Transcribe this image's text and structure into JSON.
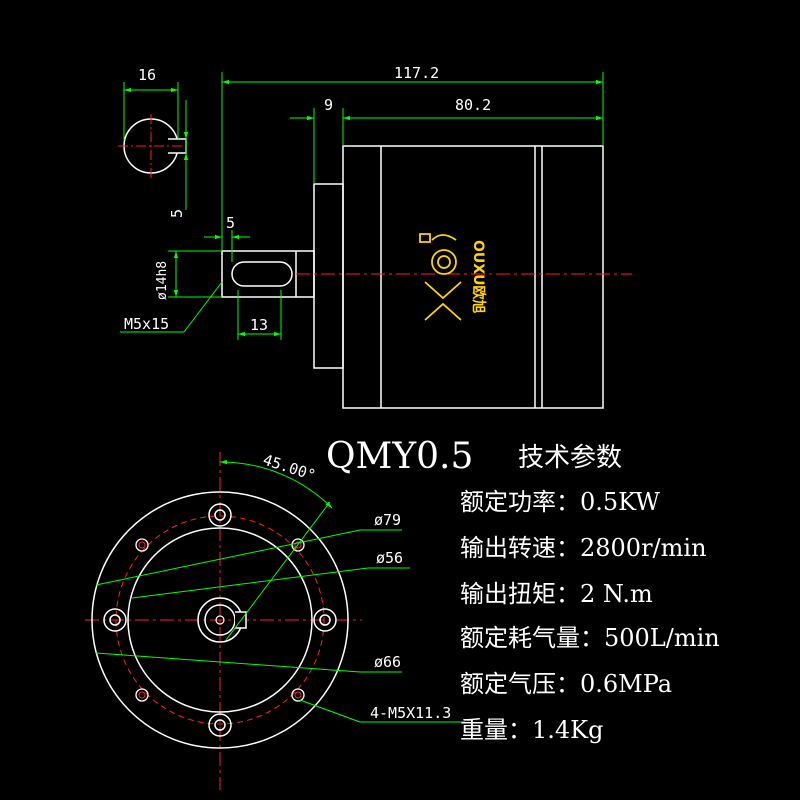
{
  "colors": {
    "background": "#000000",
    "outline": "#ffffff",
    "dimension": "#00ff00",
    "centerline": "#ff2020",
    "logo": "#ffd400"
  },
  "side_view": {
    "dims": {
      "overall_length": "117.2",
      "flange_thickness": "9",
      "body_length": "80.2",
      "key_section_width": "16",
      "key_depth": "5",
      "shaft_step": "5",
      "keyway_length": "13",
      "shaft_diameter": "ø14h8",
      "thread": "M5x15"
    },
    "logo_text": "OUXU欧旭"
  },
  "front_view": {
    "angle": "45.00°",
    "dia_79": "ø79",
    "dia_56": "ø56",
    "dia_66": "ø66",
    "holes": "4-M5X11.3"
  },
  "specs": {
    "model": "QMY0.5",
    "heading": "技术参数",
    "lines": [
      "额定功率：0.5KW",
      "输出转速：2800r/min",
      "输出扭矩：2 N.m",
      "额定耗气量：500L/min",
      "额定气压：0.6MPa",
      "重量：1.4Kg"
    ]
  }
}
